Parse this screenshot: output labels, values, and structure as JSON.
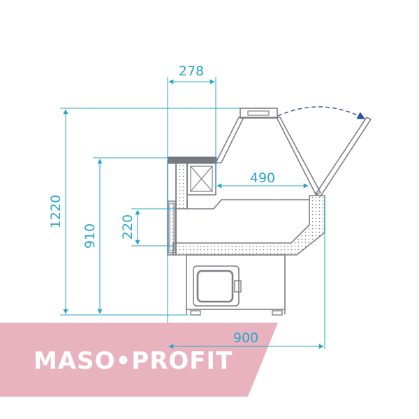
{
  "diagram": {
    "dimensions": {
      "width_top": "278",
      "total_height": "1220",
      "counter_height": "910",
      "inner_depth": "220",
      "display_depth": "490",
      "total_width": "900"
    }
  },
  "brand": {
    "name": "MASO•PROFIT",
    "banner_color": "#e8b3bf"
  },
  "colors": {
    "dimension": "#2aa6c9",
    "outline": "#7d7f86",
    "insulation_dots": "#6f7178"
  }
}
